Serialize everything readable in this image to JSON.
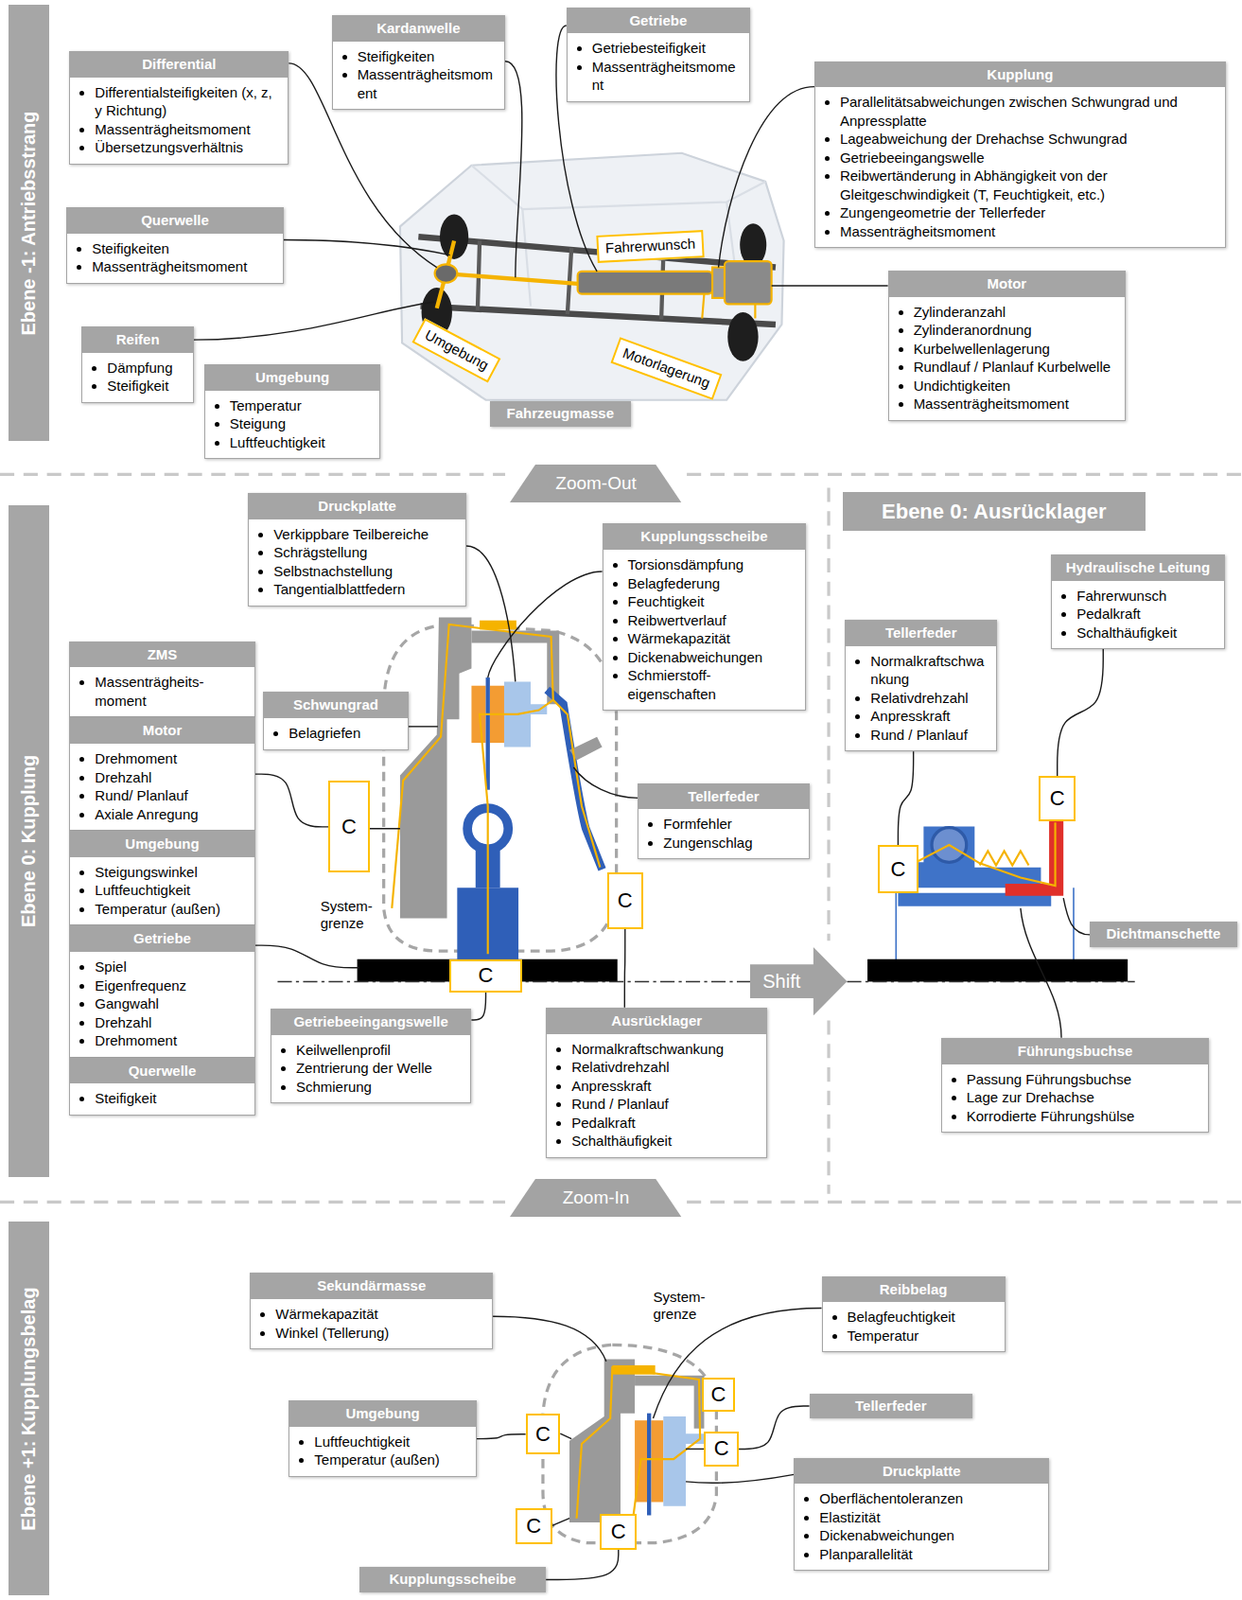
{
  "diagram": {
    "nodes": [
      {
        "text": [
          "Ebene -1: Antriebsstrang"
        ]
      },
      {
        "text": [
          "Differential",
          "Differentialsteifigkeiten (x, z, y Richtung)",
          "Massenträgheitsmoment",
          "Übersetzungsverhältnis"
        ]
      },
      {
        "text": [
          "Kardanwelle",
          "Steifigkeiten",
          "Massenträgheitsmoment"
        ]
      },
      {
        "text": [
          "Getriebe",
          "Getriebesteifigkeit",
          "Massenträgheitsmoment"
        ]
      },
      {
        "text": [
          "Kupplung",
          "Parallelitätsabweichungen zwischen Schwungrad und Anpressplatte",
          "Lageabweichung der Drehachse Schwungrad",
          "Getriebeeingangswelle",
          "Reibwertänderung in Abhängigkeit von der Gleitgeschwindigkeit (T, Feuchtigkeit, etc.)",
          "Zungengeometrie der Tellerfeder",
          "Massenträgheitsmoment"
        ]
      },
      {
        "text": [
          "Querwelle",
          "Steifigkeiten",
          "Massenträgheitsmoment"
        ]
      },
      {
        "text": [
          "Fahrerwunsch"
        ]
      },
      {
        "text": [
          "Motor",
          "Zylinderanzahl",
          "Zylinderanordnung",
          "Kurbelwellenlagerung",
          "Rundlauf / Planlauf Kurbelwelle",
          "Undichtigkeiten",
          "Massenträgheitsmoment"
        ]
      },
      {
        "text": [
          "Umgebung"
        ]
      },
      {
        "text": [
          "Reifen",
          "Dämpfung",
          "Steifigkeit"
        ]
      },
      {
        "text": [
          "Motorlagerung"
        ]
      },
      {
        "text": [
          "Umgebung",
          "Temperatur",
          "Steigung",
          "Luftfeuchtigkeit"
        ]
      },
      {
        "text": [
          "Fahrzeugmasse"
        ]
      },
      {
        "text": [
          "Zoom-Out"
        ]
      },
      {
        "text": [
          "Ebene 0: Kupplung"
        ]
      },
      {
        "text": [
          "Druckplatte",
          "Verkippbare Teilbereiche",
          "Schrägstellung",
          "Selbstnachstellung",
          "Tangentialblattfedern"
        ]
      },
      {
        "text": [
          "Ebene 0: Ausrücklager"
        ]
      },
      {
        "text": [
          "Kupplungsscheibe",
          "Torsionsdämpfung",
          "Belagfederung",
          "Feuchtigkeit",
          "Reibwertverlauf",
          "Wärmekapazität",
          "Dickenabweichungen",
          "Schmierstoff- eigenschaften"
        ]
      },
      {
        "text": [
          "Hydraulische Leitung",
          "Fahrerwunsch",
          "Pedalkraft",
          "Schalthäufigkeit"
        ]
      },
      {
        "text": [
          "Tellerfeder",
          "Normalkraftschwankung",
          "Relativdrehzahl",
          "Anpresskraft",
          "Rund / Planlauf"
        ]
      },
      {
        "text": [
          "ZMS",
          "Massenträgheits- moment"
        ]
      },
      {
        "text": [
          "Schwungrad",
          "Belagriefen"
        ]
      },
      {
        "text": [
          "Motor",
          "Drehmoment",
          "Drehzahl",
          "Rund/ Planlauf",
          "Axiale Anregung"
        ]
      },
      {
        "text": [
          "C"
        ]
      },
      {
        "text": [
          "C"
        ]
      },
      {
        "text": [
          "Tellerfeder",
          "Formfehler",
          "Zungenschlag"
        ]
      },
      {
        "text": [
          "Umgebung",
          "Steigungswinkel",
          "Luftfeuchtigkeit",
          "Temperatur (außen)"
        ]
      },
      {
        "text": [
          "C"
        ]
      },
      {
        "text": [
          "C"
        ]
      },
      {
        "text": [
          "Dichtmanschette"
        ]
      },
      {
        "text": [
          "Getriebe",
          "Spiel",
          "Eigenfrequenz",
          "Gangwahl",
          "Drehzahl",
          "Drehmoment"
        ]
      },
      {
        "text": [
          "Shift"
        ]
      },
      {
        "text": [
          "C"
        ]
      },
      {
        "text": [
          "Getriebeeingangswelle",
          "Keilwellenprofil",
          "Zentrierung der Welle",
          "Schmierung"
        ]
      },
      {
        "text": [
          "Ausrücklager",
          "Normalkraftschwankung",
          "Relativdrehzahl",
          "Anpresskraft",
          "Rund / Planlauf",
          "Pedalkraft",
          "Schalthäufigkeit"
        ]
      },
      {
        "text": [
          "Führungsbuchse",
          "Passung Führungsbuchse",
          "Lage zur Drehachse",
          "Korrodierte Führungshülse"
        ]
      },
      {
        "text": [
          "Querwelle",
          "Steifigkeit"
        ]
      },
      {
        "text": [
          "Zoom-In"
        ]
      },
      {
        "text": [
          "Ebene +1: Kupplungsbelag"
        ]
      },
      {
        "text": [
          "Sekundärmasse",
          "Wärmekapazität",
          "Winkel (Tellerung)"
        ]
      },
      {
        "text": [
          "Reibbelag",
          "Belagfeuchtigkeit",
          "Temperatur"
        ]
      },
      {
        "text": [
          "C"
        ]
      },
      {
        "text": [
          "Tellerfeder"
        ]
      },
      {
        "text": [
          "Umgebung",
          "Luftfeuchtigkeit",
          "Temperatur (außen)"
        ]
      },
      {
        "text": [
          "C"
        ]
      },
      {
        "text": [
          "C"
        ]
      },
      {
        "text": [
          "Druckplatte",
          "Oberflächentoleranzen",
          "Elastizität",
          "Dickenabweichungen",
          "Planparallelität"
        ]
      },
      {
        "text": [
          "C"
        ]
      },
      {
        "text": [
          "C"
        ]
      },
      {
        "text": [
          "Kupplungsscheibe"
        ]
      }
    ],
    "edges": [
      {
        "from": 22,
        "to": 23,
        "arrow": "none"
      },
      {
        "from": 33,
        "to": 32,
        "arrow": "none"
      },
      {
        "from": 34,
        "to": 28,
        "arrow": "none"
      },
      {
        "from": 18,
        "to": 24,
        "arrow": "none"
      },
      {
        "from": 19,
        "to": 27,
        "arrow": "none"
      },
      {
        "from": 43,
        "to": 44,
        "arrow": "none"
      },
      {
        "from": 42,
        "to": 45,
        "arrow": "none"
      },
      {
        "from": 49,
        "to": 48,
        "arrow": "none"
      }
    ],
    "labels": [
      "System- grenze",
      "System- grenze"
    ]
  }
}
